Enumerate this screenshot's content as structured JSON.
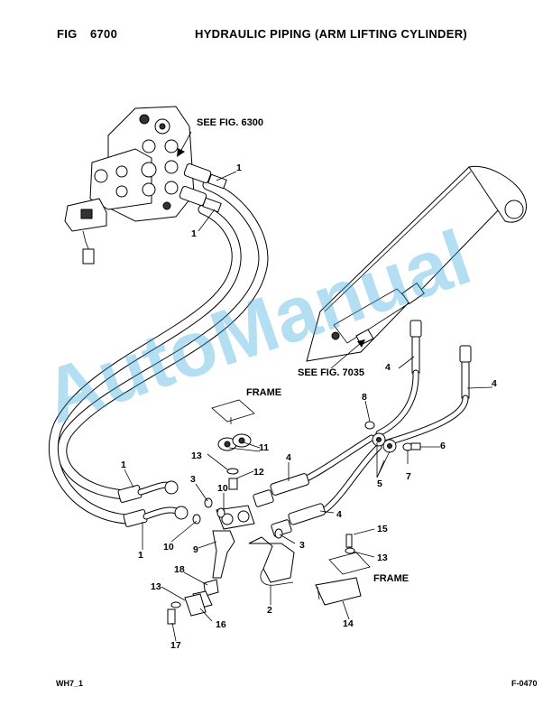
{
  "header": {
    "fig_label": "FIG",
    "fig_number": "6700",
    "title": "HYDRAULIC PIPING (ARM LIFTING CYLINDER)"
  },
  "footer": {
    "left_code": "WH7_1",
    "right_code": "F-0470"
  },
  "watermark": {
    "text": "AutoManual",
    "color": "#3aa7dd"
  },
  "callouts": {
    "see_fig_6300": "SEE FIG. 6300",
    "see_fig_7035": "SEE FIG. 7035",
    "frame_upper": "FRAME",
    "frame_lower": "FRAME"
  },
  "part_refs": {
    "hose_valve_upper": "1",
    "hose_valve_lower": "1",
    "hose_lower_upper": "1",
    "hose_lower_lower": "1",
    "hose_cyl_left": "4",
    "hose_cyl_right": "4",
    "tube_middle": "4",
    "tube_lower": "4",
    "pipe_2": "2",
    "oring_3_upper": "3",
    "oring_3_lower": "3",
    "clamp_5": "5",
    "bolt_6": "6",
    "washer_7": "7",
    "bolt_8": "8",
    "elbow_9": "9",
    "oring_10_left": "10",
    "oring_10_right": "10",
    "clamp_11": "11",
    "bolt_12": "12",
    "washer_13_upper": "13",
    "washer_13_right": "13",
    "washer_13_lower": "13",
    "bracket_14": "14",
    "bolt_15": "15",
    "clamp_16": "16",
    "bolt_17": "17",
    "fitting_18": "18"
  }
}
